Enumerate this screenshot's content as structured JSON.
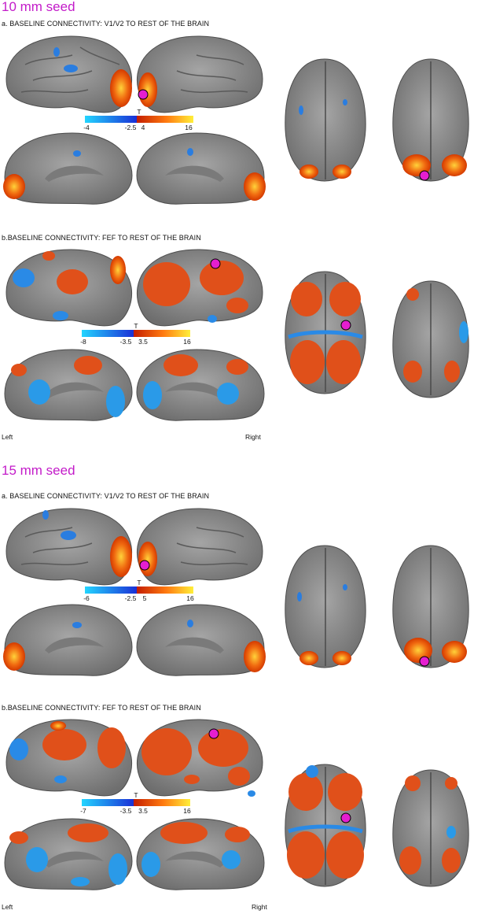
{
  "colors": {
    "section_title": "#c31bc9",
    "cortex": "#8f8f8f",
    "cortex_dark": "#5f5f5f",
    "seed": "#e51ed0",
    "neg_low": "#1ec8ff",
    "neg_high": "#1a2fd6",
    "pos_low": "#d42a00",
    "pos_high": "#ffee3a"
  },
  "sections": [
    {
      "title": "10 mm seed",
      "panels": [
        {
          "title": "a. BASELINE CONNECTIVITY: V1/V2 TO REST OF THE BRAIN",
          "colorbar": {
            "label": "T",
            "ticks": [
              "-4",
              "-2.5",
              "4",
              "16"
            ]
          }
        },
        {
          "title": "b.BASELINE CONNECTIVITY: FEF TO REST OF THE BRAIN",
          "colorbar": {
            "label": "T",
            "ticks": [
              "-8",
              "-3.5",
              "3.5",
              "16"
            ]
          }
        }
      ],
      "left_label": "Left",
      "right_label": "Right"
    },
    {
      "title": "15 mm seed",
      "panels": [
        {
          "title": "a. BASELINE CONNECTIVITY: V1/V2 TO REST OF THE BRAIN",
          "colorbar": {
            "label": "T",
            "ticks": [
              "-6",
              "-2.5",
              "5",
              "16"
            ]
          }
        },
        {
          "title": "b.BASELINE CONNECTIVITY: FEF TO REST OF THE BRAIN",
          "colorbar": {
            "label": "T",
            "ticks": [
              "-7",
              "-3.5",
              "3.5",
              "16"
            ]
          }
        }
      ],
      "left_label": "Left",
      "right_label": "Right"
    }
  ]
}
